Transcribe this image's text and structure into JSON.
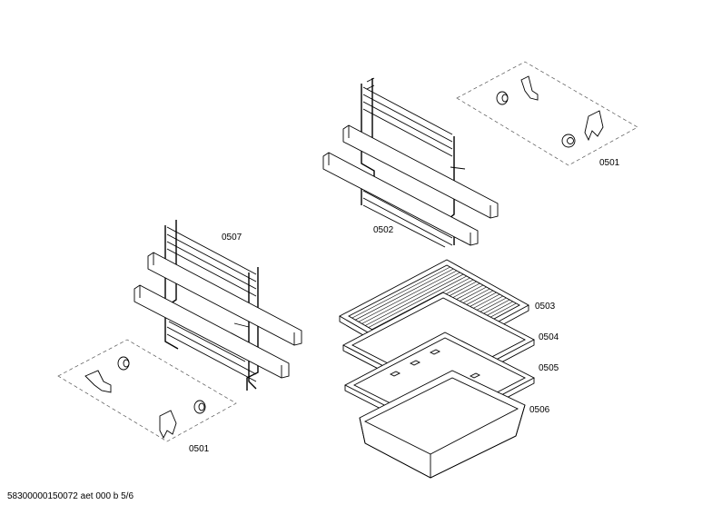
{
  "parts": {
    "p0501_top": "0501",
    "p0502": "0502",
    "p0503": "0503",
    "p0504": "0504",
    "p0505": "0505",
    "p0506": "0506",
    "p0507": "0507",
    "p0501_bottom": "0501"
  },
  "footer": "58300000150072 aet 000 b 5/6"
}
